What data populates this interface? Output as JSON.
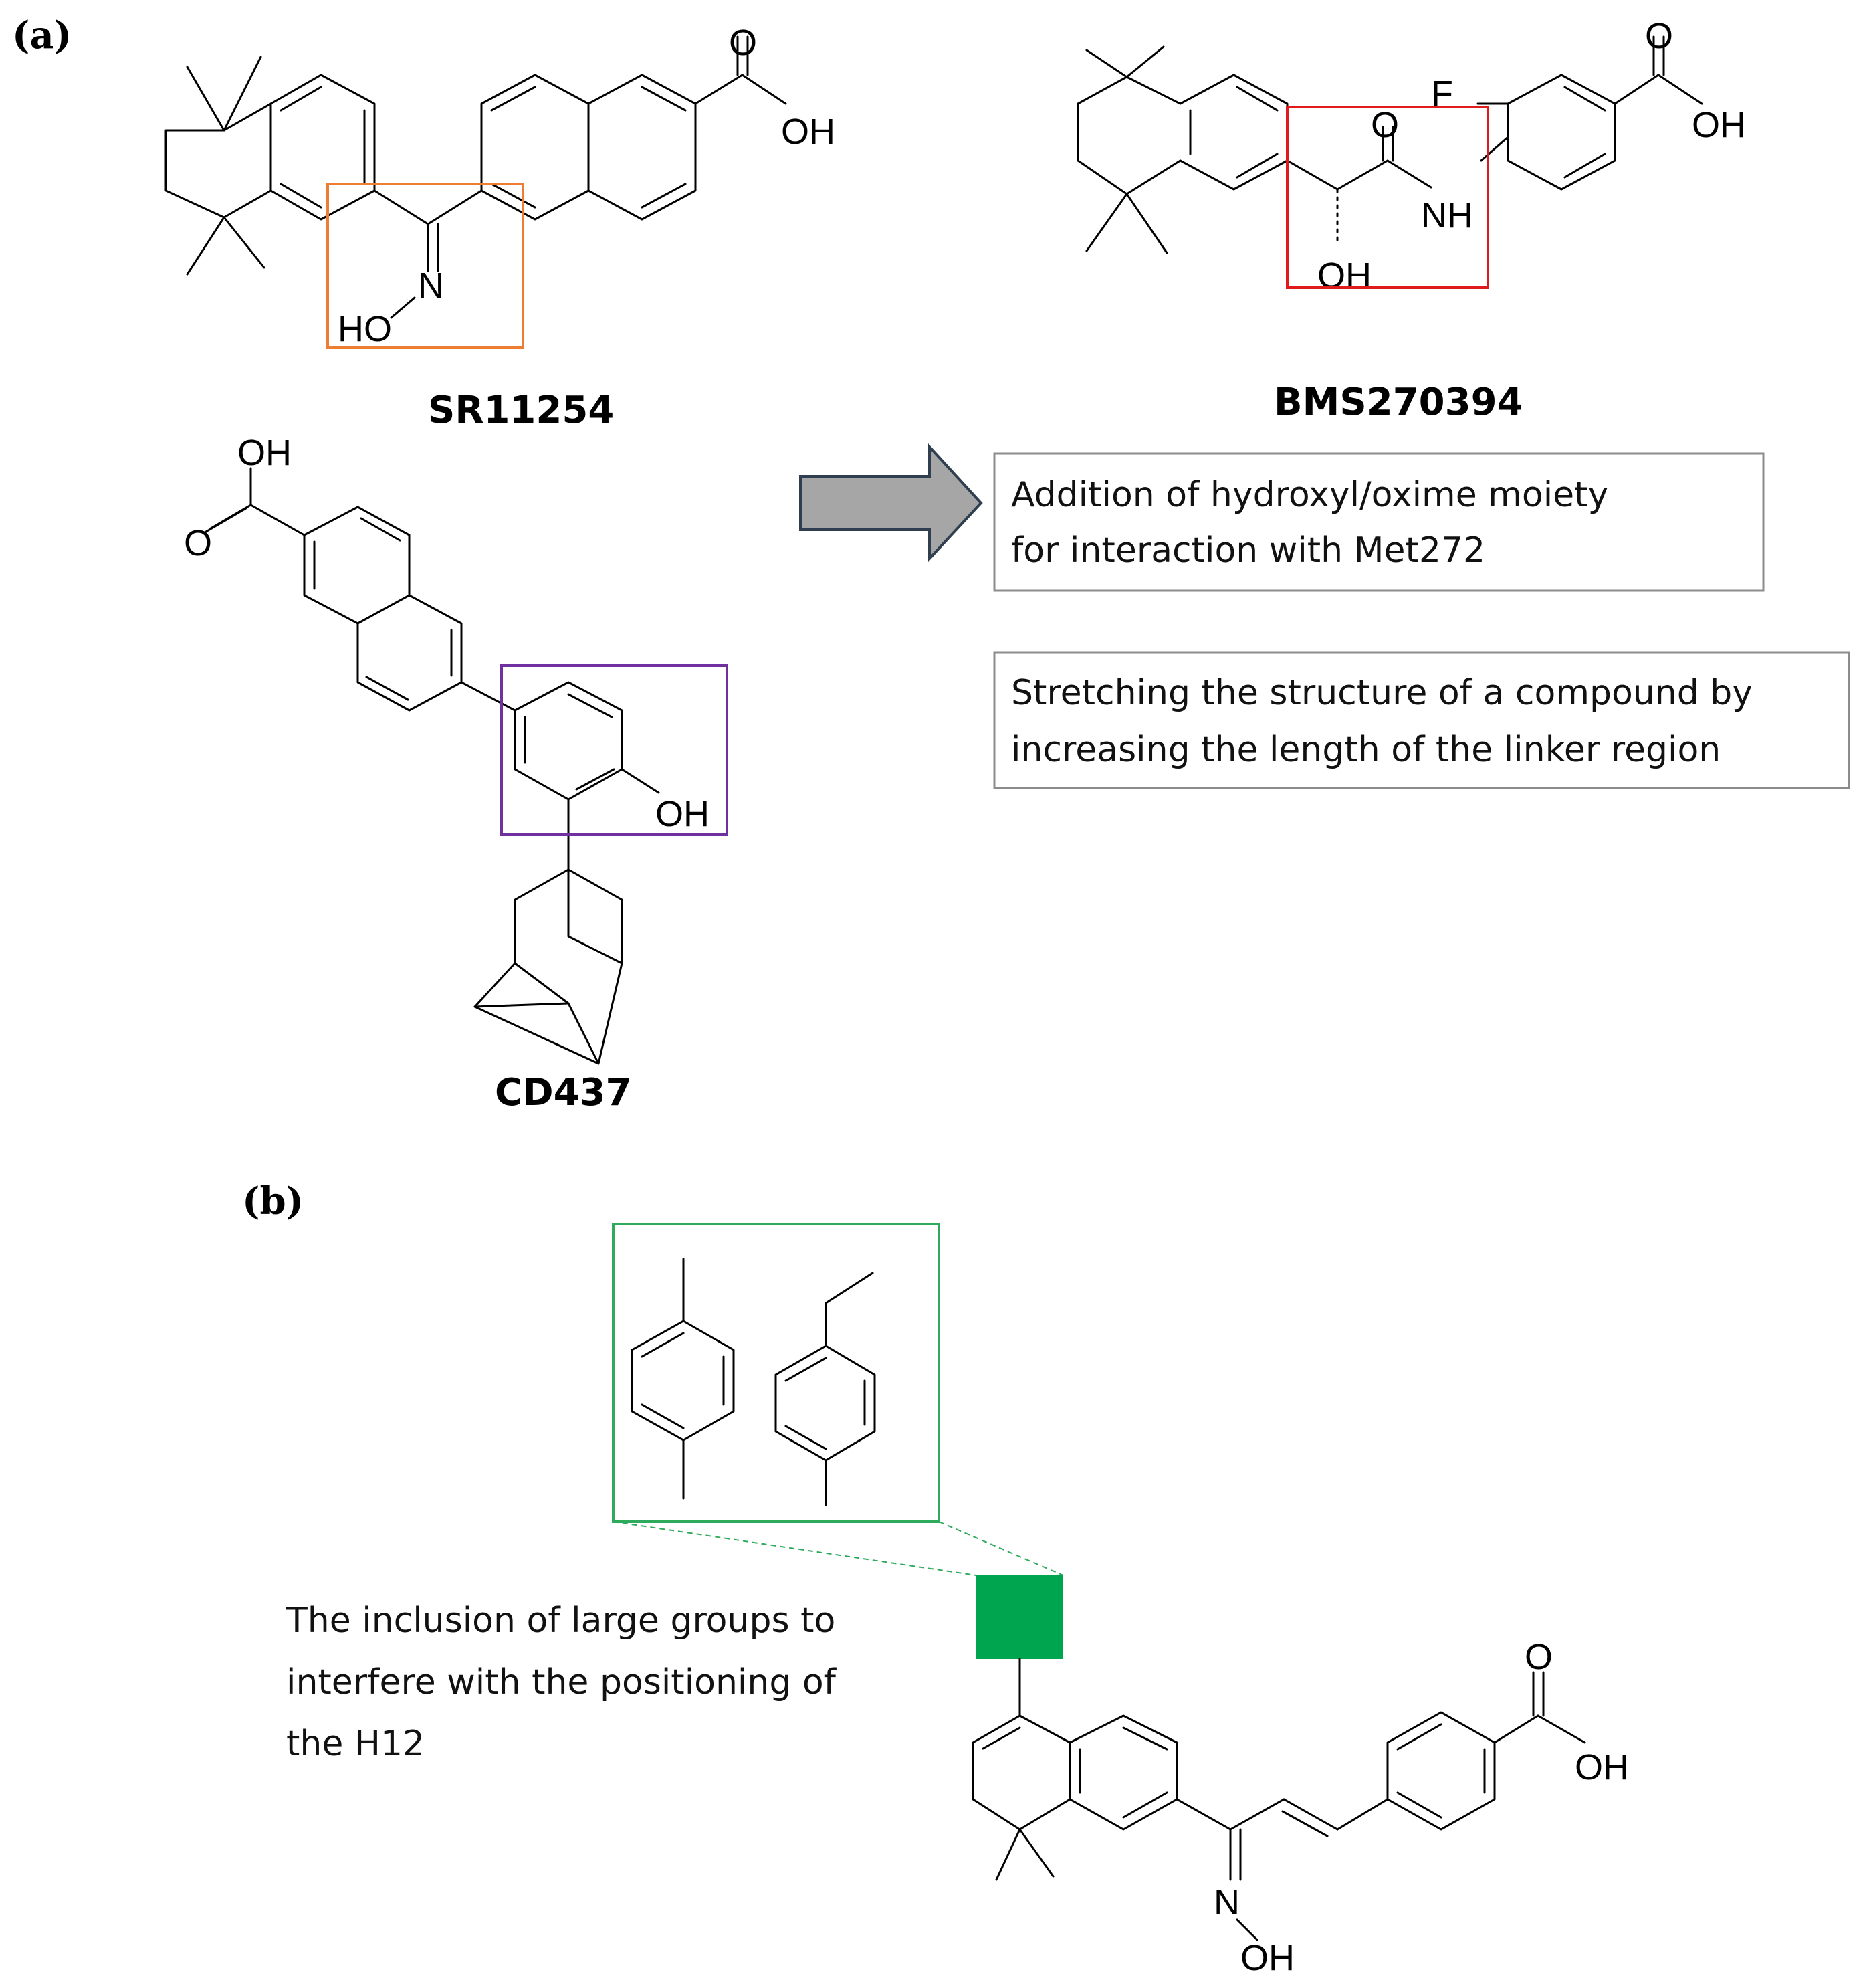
{
  "figure": {
    "panel_a_label": "(a)",
    "panel_b_label": "(b)",
    "compounds": {
      "sr11254": "SR11254",
      "bms270394": "BMS270394",
      "cd437": "CD437"
    },
    "notes": {
      "hydroxyl_note_line1": "Addition of hydroxyl/oxime moiety",
      "hydroxyl_note_line2": "for interaction with Met272",
      "linker_note_line1": "Stretching the structure of a compound by",
      "linker_note_line2": "increasing the length of the linker region",
      "h12_note_line1": "The inclusion of large groups to",
      "h12_note_line2": "interfere with the positioning of",
      "h12_note_line3": "the H12"
    },
    "atoms": {
      "O": "O",
      "OH": "OH",
      "HO": "HO",
      "N": "N",
      "NH": "NH",
      "F": "F"
    },
    "highlight_colors": {
      "sr11254_box": "#ED7D31",
      "bms_box": "#E01B1B",
      "cd437_box": "#7030A0",
      "substituent_box": "#2EAA5C",
      "substituent_square": "#00A550",
      "arrow_fill": "#A6A6A6",
      "arrow_stroke": "#2F3F4F"
    }
  }
}
